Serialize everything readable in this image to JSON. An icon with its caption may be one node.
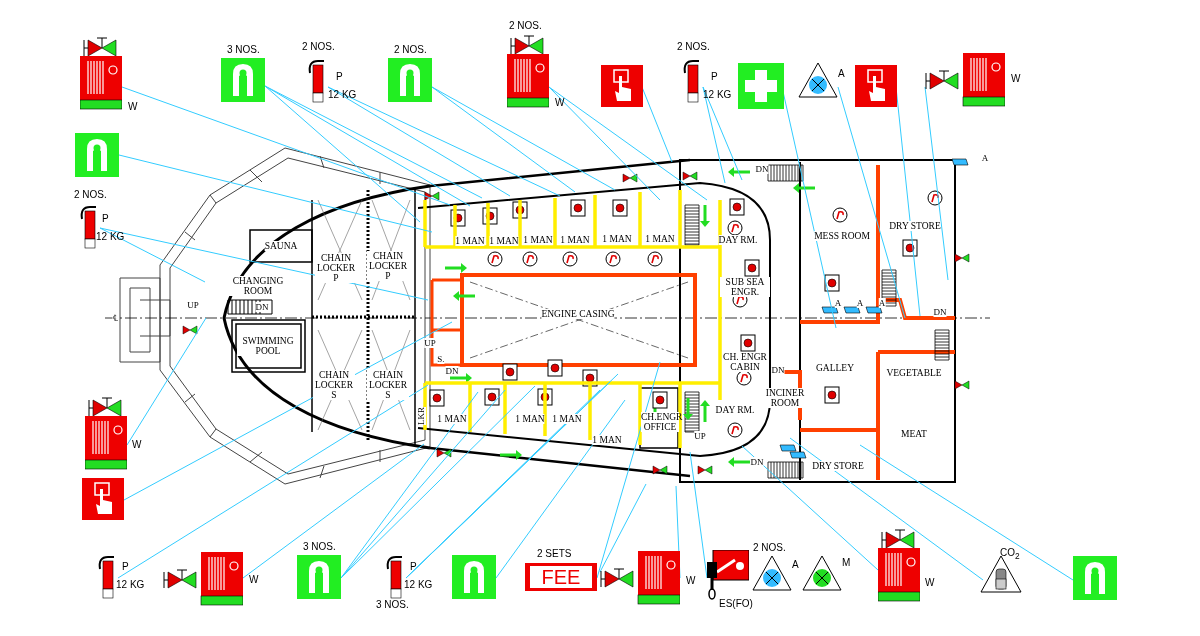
{
  "diagram": {
    "nodes": [
      {
        "text": [],
        "shape": "picture",
        "beside": [
          "W"
        ]
      },
      {
        "text": [],
        "shape": "picture",
        "beside": [
          "3 NOS."
        ]
      },
      {
        "text": [],
        "shape": "picture",
        "beside": [
          "2 NOS.",
          "P",
          "12 KG"
        ]
      },
      {
        "text": [],
        "shape": "picture",
        "beside": [
          "2 NOS."
        ]
      },
      {
        "text": [],
        "shape": "picture",
        "beside": [
          "2 NOS.",
          "W"
        ]
      },
      {
        "text": [],
        "shape": "picture"
      },
      {
        "text": [],
        "shape": "picture",
        "beside": [
          "2 NOS.",
          "P",
          "12 KG"
        ]
      },
      {
        "text": [],
        "shape": "picture"
      },
      {
        "text": [],
        "shape": "picture",
        "beside": [
          "A"
        ]
      },
      {
        "text": [],
        "shape": "picture"
      },
      {
        "text": [],
        "shape": "picture",
        "beside": [
          "W"
        ]
      },
      {
        "text": [],
        "shape": "picture"
      },
      {
        "text": [],
        "shape": "picture",
        "beside": [
          "2 NOS.",
          "P",
          "12 KG"
        ]
      },
      {
        "text": [],
        "shape": "picture",
        "beside": [
          "W"
        ]
      },
      {
        "text": [],
        "shape": "picture"
      },
      {
        "text": [],
        "shape": "picture",
        "beside": [
          "P",
          "12 KG"
        ]
      },
      {
        "text": [],
        "shape": "picture",
        "beside": [
          "W"
        ]
      },
      {
        "text": [],
        "shape": "picture",
        "beside": [
          "3 NOS."
        ]
      },
      {
        "text": [],
        "shape": "picture",
        "beside": [
          "P",
          "12 KG",
          "3 NOS."
        ]
      },
      {
        "text": [],
        "shape": "picture"
      },
      {
        "text": [
          "FEE"
        ],
        "beside": [
          "2 SETS"
        ]
      },
      {
        "text": [],
        "shape": "picture",
        "beside": [
          "W"
        ]
      },
      {
        "text": [],
        "shape": "picture",
        "beside": [
          "ES(FO)"
        ]
      },
      {
        "text": [],
        "shape": "picture",
        "beside": [
          "2 NOS.",
          "A"
        ]
      },
      {
        "text": [],
        "shape": "picture",
        "beside": [
          "M"
        ]
      },
      {
        "text": [],
        "shape": "picture",
        "beside": [
          "W"
        ]
      },
      {
        "text": [],
        "shape": "picture",
        "beside": [
          "CO$_{2}$"
        ]
      },
      {
        "text": [],
        "shape": "picture"
      },
      {
        "text": [
          "SAUNA"
        ]
      },
      {
        "text": [
          "CHANGING ROOM"
        ]
      },
      {
        "text": [
          "SWIMMING POOL"
        ]
      },
      {
        "text": [
          "CHAIN LOCKER P"
        ]
      },
      {
        "text": [
          "CHAIN LOCKER P"
        ]
      },
      {
        "text": [
          "CHAIN LOCKER S"
        ]
      },
      {
        "text": [
          "CHAIN LOCKER S"
        ]
      },
      {
        "text": [
          "ENGINE CASING"
        ]
      },
      {
        "text": [
          "1 MAN"
        ]
      },
      {
        "text": [
          "1 MAN"
        ]
      },
      {
        "text": [
          "1 MAN"
        ]
      },
      {
        "text": [
          "1 MAN"
        ]
      },
      {
        "text": [
          "1 MAN"
        ]
      },
      {
        "text": [
          "1 MAN"
        ]
      },
      {
        "text": [
          "DAY RM."
        ]
      },
      {
        "text": [
          "SUB SEA ENGR."
        ]
      },
      {
        "text": [
          "MESS ROOM"
        ]
      },
      {
        "text": [
          "DRY STORE"
        ]
      },
      {
        "text": [
          "CH. ENGR CABIN"
        ]
      },
      {
        "text": [
          "GALLEY"
        ]
      },
      {
        "text": [
          "VEGETABLE"
        ]
      },
      {
        "text": [
          "1 MAN"
        ]
      },
      {
        "text": [
          "1 MAN"
        ]
      },
      {
        "text": [
          "1 MAN"
        ]
      },
      {
        "text": [
          "1 MAN"
        ]
      },
      {
        "text": [
          "CH.ENGR OFFICE"
        ]
      },
      {
        "text": [
          "DAY RM."
        ]
      },
      {
        "text": [
          "INCINER ROOM"
        ]
      },
      {
        "text": [
          "MEAT"
        ]
      },
      {
        "text": [
          "DRY STORE"
        ]
      }
    ],
    "edges": [
      {
        "from": 0,
        "to": null,
        "arrow": "none"
      },
      {
        "from": 1,
        "to": null,
        "arrow": "none"
      },
      {
        "from": 1,
        "to": null,
        "arrow": "none"
      },
      {
        "from": 1,
        "to": null,
        "arrow": "none"
      },
      {
        "from": 2,
        "to": null,
        "arrow": "none"
      },
      {
        "from": 2,
        "to": null,
        "arrow": "none"
      },
      {
        "from": 3,
        "to": null,
        "arrow": "none"
      },
      {
        "from": 3,
        "to": null,
        "arrow": "none"
      },
      {
        "from": 4,
        "to": null,
        "arrow": "none"
      },
      {
        "from": 4,
        "to": null,
        "arrow": "none"
      },
      {
        "from": 5,
        "to": null,
        "arrow": "none"
      },
      {
        "from": 6,
        "to": null,
        "arrow": "none"
      },
      {
        "from": 6,
        "to": null,
        "arrow": "none"
      },
      {
        "from": 7,
        "to": null,
        "arrow": "none"
      },
      {
        "from": 8,
        "to": null,
        "arrow": "none"
      },
      {
        "from": 9,
        "to": null,
        "arrow": "none"
      },
      {
        "from": 10,
        "to": null,
        "arrow": "none"
      },
      {
        "from": 11,
        "to": null,
        "arrow": "none"
      },
      {
        "from": 12,
        "to": null,
        "arrow": "none"
      },
      {
        "from": 12,
        "to": null,
        "arrow": "none"
      },
      {
        "from": 13,
        "to": null,
        "arrow": "none"
      },
      {
        "from": 14,
        "to": null,
        "arrow": "none"
      },
      {
        "from": 15,
        "to": null,
        "arrow": "none"
      },
      {
        "from": 16,
        "to": null,
        "arrow": "none"
      },
      {
        "from": 17,
        "to": null,
        "arrow": "none"
      },
      {
        "from": 17,
        "to": null,
        "arrow": "none"
      },
      {
        "from": 17,
        "to": null,
        "arrow": "none"
      },
      {
        "from": 18,
        "to": null,
        "arrow": "none"
      },
      {
        "from": 18,
        "to": null,
        "arrow": "none"
      },
      {
        "from": 18,
        "to": null,
        "arrow": "none"
      },
      {
        "from": 19,
        "to": null,
        "arrow": "none"
      },
      {
        "from": 20,
        "to": null,
        "arrow": "none"
      },
      {
        "from": 21,
        "to": null,
        "arrow": "none"
      },
      {
        "from": 21,
        "to": null,
        "arrow": "none"
      },
      {
        "from": 22,
        "to": null,
        "arrow": "none"
      },
      {
        "from": 25,
        "to": null,
        "arrow": "none"
      },
      {
        "from": 26,
        "to": null,
        "arrow": "none"
      },
      {
        "from": 27,
        "to": null,
        "arrow": "none"
      }
    ],
    "labels": [
      "A",
      "UP",
      "DN",
      "℄",
      "UP",
      "S.",
      "DN",
      "DN",
      "DN",
      "A",
      "A",
      "A",
      "DN",
      "LKR",
      "UP",
      "DN"
    ]
  }
}
